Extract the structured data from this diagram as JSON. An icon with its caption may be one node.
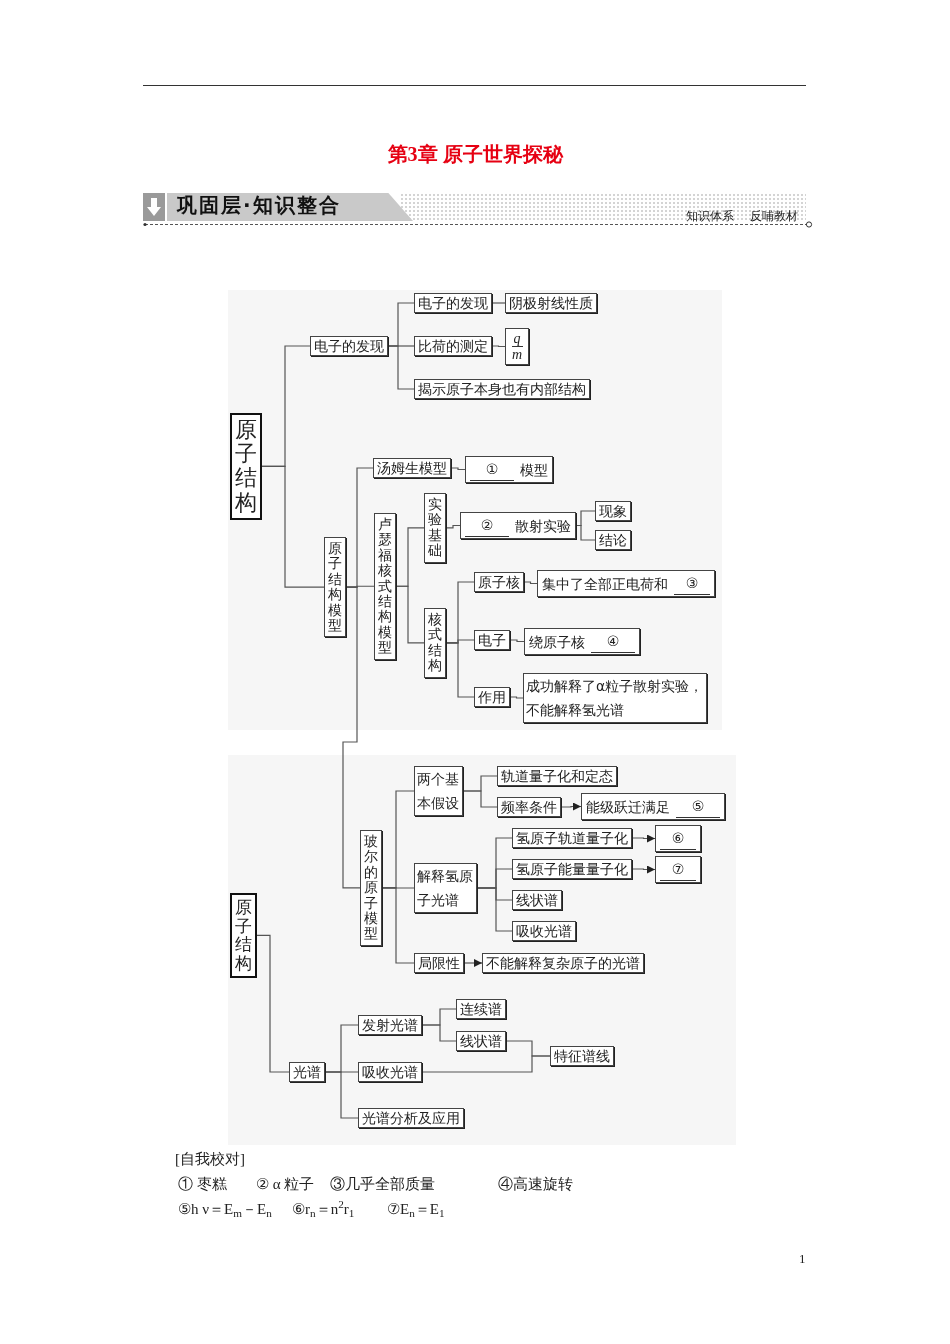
{
  "diagram": {
    "title": "第3章 原子世界探秘",
    "nodes": [
      {
        "text": [
          "原子结构"
        ]
      },
      {
        "text": [
          "电子的发现"
        ]
      },
      {
        "text": [
          "电子的发现"
        ]
      },
      {
        "text": [
          "阴极射线性质"
        ]
      },
      {
        "text": [
          "比荷的测定"
        ]
      },
      {
        "text": [
          "q",
          "m"
        ]
      },
      {
        "text": [
          "揭示原子本身也有内部结构"
        ]
      },
      {
        "text": [
          "原子结构模型"
        ]
      },
      {
        "text": [
          "汤姆生模型"
        ]
      },
      {
        "text": [
          "①",
          "模型"
        ]
      },
      {
        "text": [
          "卢瑟福核式结构模型"
        ]
      },
      {
        "text": [
          "实验基础"
        ]
      },
      {
        "text": [
          "②",
          "散射实验"
        ]
      },
      {
        "text": [
          "现象"
        ]
      },
      {
        "text": [
          "结论"
        ]
      },
      {
        "text": [
          "核式结构"
        ]
      },
      {
        "text": [
          "原子核"
        ]
      },
      {
        "text": [
          "集中了全部正电荷和",
          "③"
        ]
      },
      {
        "text": [
          "电子"
        ]
      },
      {
        "text": [
          "绕原子核",
          "④"
        ]
      },
      {
        "text": [
          "作用"
        ]
      },
      {
        "text": [
          "成功解释了α粒子散射实验，不能解释氢光谱"
        ]
      },
      {
        "text": [
          "原子结构"
        ]
      },
      {
        "text": [
          "玻尔的原子模型"
        ]
      },
      {
        "text": [
          "两个基本假设"
        ]
      },
      {
        "text": [
          "轨道量子化和定态"
        ]
      },
      {
        "text": [
          "频率条件"
        ]
      },
      {
        "text": [
          "能级跃迁满足",
          "⑤"
        ]
      },
      {
        "text": [
          "解释氢原子光谱"
        ]
      },
      {
        "text": [
          "氢原子轨道量子化"
        ]
      },
      {
        "text": [
          "⑥"
        ]
      },
      {
        "text": [
          "氢原子能量量子化"
        ]
      },
      {
        "text": [
          "⑦"
        ]
      },
      {
        "text": [
          "线状谱"
        ]
      },
      {
        "text": [
          "吸收光谱"
        ]
      },
      {
        "text": [
          "局限性"
        ]
      },
      {
        "text": [
          "不能解释复杂原子的光谱"
        ]
      },
      {
        "text": [
          "光谱"
        ]
      },
      {
        "text": [
          "发射光谱"
        ]
      },
      {
        "text": [
          "连续谱"
        ]
      },
      {
        "text": [
          "线状谱"
        ]
      },
      {
        "text": [
          "吸收光谱"
        ]
      },
      {
        "text": [
          "特征谱线"
        ]
      },
      {
        "text": [
          "光谱分析及应用"
        ]
      }
    ],
    "edges": [
      {
        "from": 0,
        "to": 1,
        "arrow": "none"
      },
      {
        "from": 1,
        "to": 2,
        "arrow": "none"
      },
      {
        "from": 1,
        "to": 4,
        "arrow": "none"
      },
      {
        "from": 1,
        "to": 6,
        "arrow": "none"
      },
      {
        "from": 2,
        "to": 3,
        "arrow": "none"
      },
      {
        "from": 4,
        "to": 5,
        "arrow": "none"
      },
      {
        "from": 0,
        "to": 7,
        "arrow": "none"
      },
      {
        "from": 7,
        "to": 8,
        "arrow": "none"
      },
      {
        "from": 7,
        "to": 10,
        "arrow": "none"
      },
      {
        "from": 7,
        "to": 23,
        "arrow": "none"
      },
      {
        "from": 8,
        "to": 9,
        "arrow": "none"
      },
      {
        "from": 10,
        "to": 11,
        "arrow": "none"
      },
      {
        "from": 10,
        "to": 15,
        "arrow": "none"
      },
      {
        "from": 11,
        "to": 12,
        "arrow": "none"
      },
      {
        "from": 12,
        "to": 13,
        "arrow": "none"
      },
      {
        "from": 12,
        "to": 14,
        "arrow": "none"
      },
      {
        "from": 15,
        "to": 16,
        "arrow": "none"
      },
      {
        "from": 15,
        "to": 18,
        "arrow": "none"
      },
      {
        "from": 15,
        "to": 20,
        "arrow": "none"
      },
      {
        "from": 16,
        "to": 17,
        "arrow": "none"
      },
      {
        "from": 18,
        "to": 19,
        "arrow": "none"
      },
      {
        "from": 20,
        "to": 21,
        "arrow": "none"
      },
      {
        "from": 22,
        "to": 37,
        "arrow": "none"
      },
      {
        "from": 23,
        "to": 24,
        "arrow": "none"
      },
      {
        "from": 23,
        "to": 28,
        "arrow": "none"
      },
      {
        "from": 23,
        "to": 35,
        "arrow": "none"
      },
      {
        "from": 24,
        "to": 25,
        "arrow": "none"
      },
      {
        "from": 24,
        "to": 26,
        "arrow": "none"
      },
      {
        "from": 26,
        "to": 27,
        "arrow": "to"
      },
      {
        "from": 28,
        "to": 29,
        "arrow": "none"
      },
      {
        "from": 28,
        "to": 31,
        "arrow": "none"
      },
      {
        "from": 28,
        "to": 33,
        "arrow": "none"
      },
      {
        "from": 28,
        "to": 34,
        "arrow": "none"
      },
      {
        "from": 29,
        "to": 30,
        "arrow": "to"
      },
      {
        "from": 31,
        "to": 32,
        "arrow": "to"
      },
      {
        "from": 35,
        "to": 36,
        "arrow": "to"
      },
      {
        "from": 37,
        "to": 38,
        "arrow": "none"
      },
      {
        "from": 37,
        "to": 41,
        "arrow": "none"
      },
      {
        "from": 37,
        "to": 43,
        "arrow": "none"
      },
      {
        "from": 38,
        "to": 39,
        "arrow": "none"
      },
      {
        "from": 38,
        "to": 40,
        "arrow": "none"
      },
      {
        "from": 40,
        "to": 42,
        "arrow": "none"
      },
      {
        "from": 41,
        "to": 42,
        "arrow": "none"
      }
    ],
    "labels": [
      "巩固层·知识整合",
      "知识体系",
      "反哺教材",
      "[自我校对]",
      "① 枣糕",
      "② α 粒子",
      "③几乎全部质量",
      "④高速旋转",
      "⑤h ν＝E$_{m}$－E$_{n}$",
      "⑥r$_{n}$＝n$^{2}$r$_{1}$",
      "⑦E$_{n}$＝E$_{1}$",
      "1"
    ]
  }
}
